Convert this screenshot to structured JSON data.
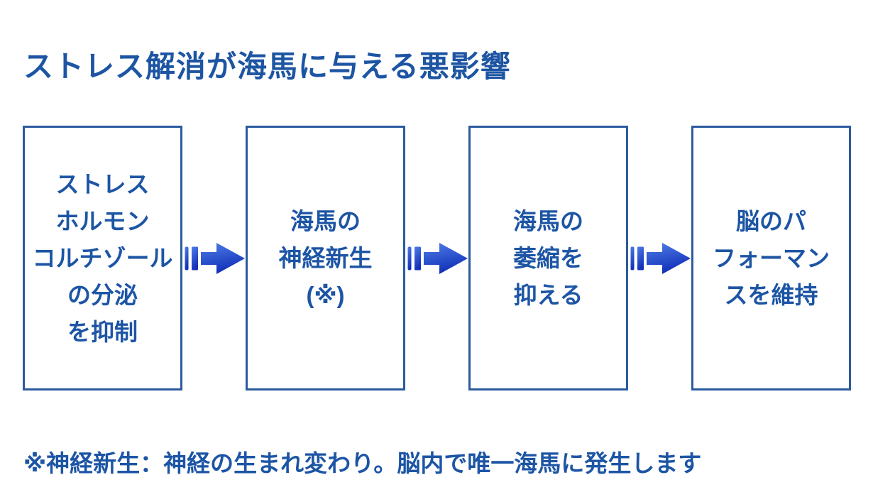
{
  "page": {
    "title": "ストレス解消が海馬に与える悪影響",
    "background": "#ffffff"
  },
  "colors": {
    "title_text": "#1d55a3",
    "box_border": "#2b5b9e",
    "box_text": "#1d55a5",
    "footnote_text": "#1d55a5",
    "arrow_gradient_start": "#4f7fe8",
    "arrow_gradient_end": "#1230b8"
  },
  "flow": {
    "arrow_icon": "striped-right-arrow",
    "boxes": [
      {
        "lines": [
          "ストレス",
          "ホルモン",
          "コルチゾール",
          "の分泌",
          "を抑制"
        ]
      },
      {
        "lines": [
          "海馬の",
          "神経新生",
          "(※)"
        ]
      },
      {
        "lines": [
          "海馬の",
          "萎縮を",
          "抑える"
        ]
      },
      {
        "lines": [
          "脳のパ",
          "フォーマン",
          "スを維持"
        ]
      }
    ]
  },
  "footnote": "※神経新生：神経の生まれ変わり。脳内で唯一海馬に発生します"
}
